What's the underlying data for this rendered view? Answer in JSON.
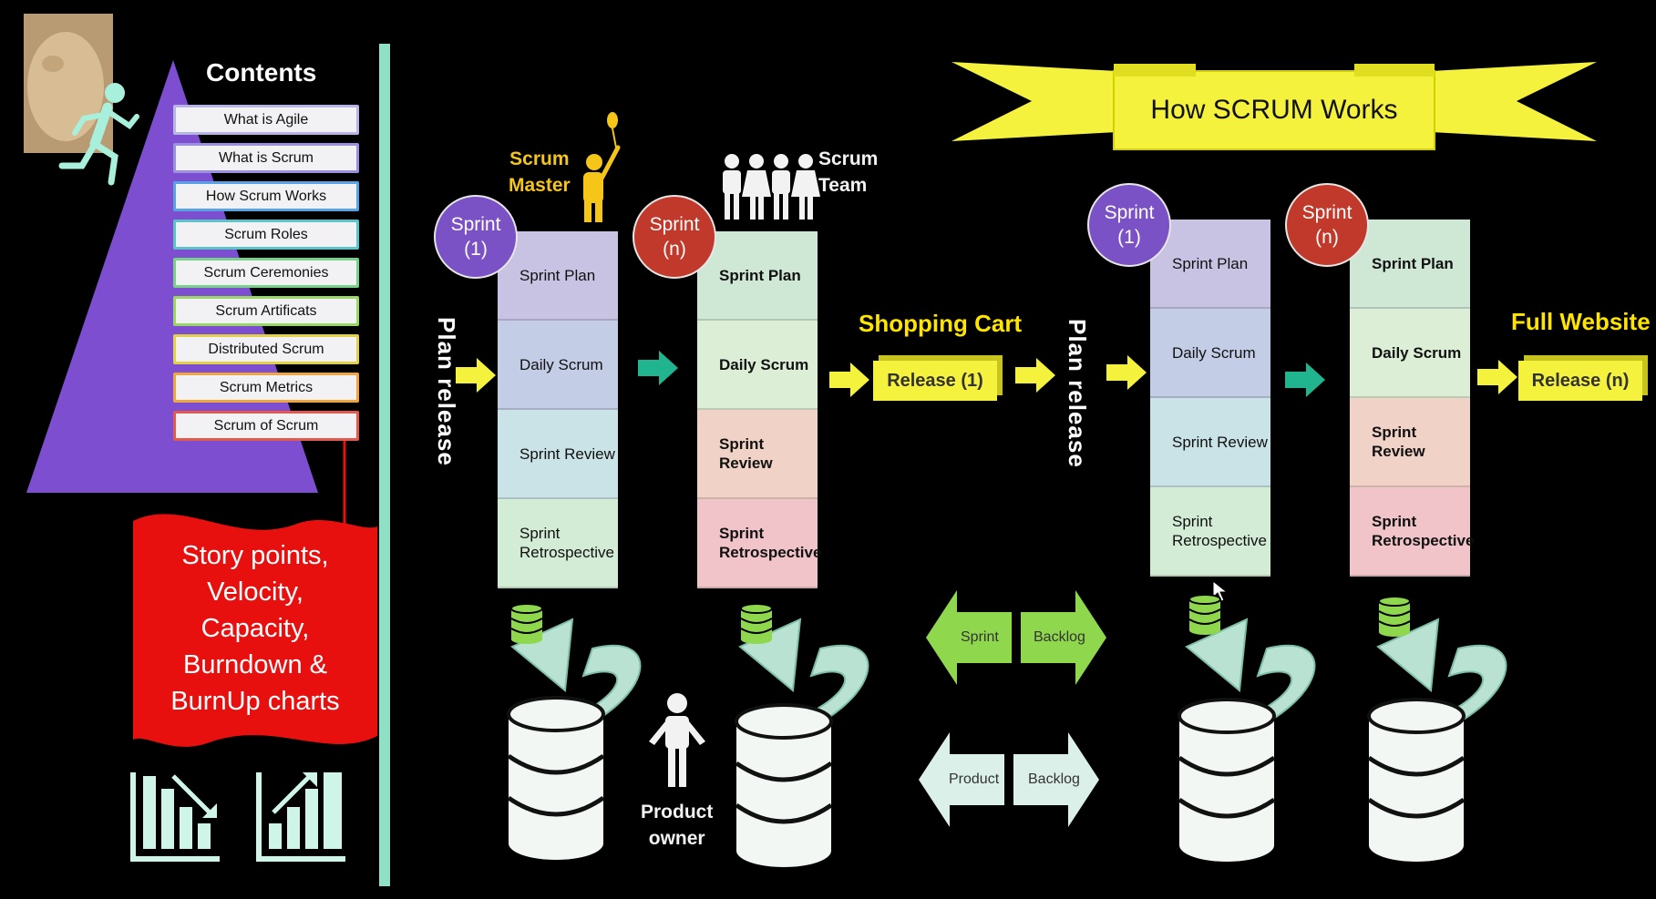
{
  "banner": {
    "title": "How SCRUM Works"
  },
  "contents": {
    "title": "Contents",
    "items": [
      {
        "label": "What is Agile",
        "border": "#b9b4e6"
      },
      {
        "label": "What is Scrum",
        "border": "#9b8fe0"
      },
      {
        "label": "How Scrum Works",
        "border": "#5aa2e6"
      },
      {
        "label": "Scrum Roles",
        "border": "#5cc4c9"
      },
      {
        "label": "Scrum Ceremonies",
        "border": "#78d08a"
      },
      {
        "label": "Scrum Artificats",
        "border": "#9ad665"
      },
      {
        "label": "Distributed Scrum",
        "border": "#e0d04a"
      },
      {
        "label": "Scrum Metrics",
        "border": "#f0a640"
      },
      {
        "label": "Scrum of Scrum",
        "border": "#e25a4e"
      }
    ]
  },
  "metrics_note": [
    "Story points,",
    "Velocity,",
    "Capacity,",
    "Burndown &",
    "BurnUp charts"
  ],
  "roles": {
    "scrum_master": [
      "Scrum",
      "Master"
    ],
    "scrum_team": [
      "Scrum",
      "Team"
    ],
    "product_owner": [
      "Product",
      "owner"
    ]
  },
  "plan_release_label": "Plan release",
  "sprints": [
    {
      "badge": [
        "Sprint",
        "(1)"
      ],
      "badge_color": "#7b52c6",
      "cells": [
        [
          "Sprint Plan"
        ],
        [
          "Daily Scrum"
        ],
        [
          "Sprint Review"
        ],
        [
          "Sprint",
          "Retrospective"
        ]
      ],
      "colors": [
        "#c8c2e3",
        "#c3cde6",
        "#c9e3e6",
        "#d3ecd5"
      ]
    },
    {
      "badge": [
        "Sprint",
        "(n)"
      ],
      "badge_color": "#c0392b",
      "cells": [
        [
          "Sprint Plan"
        ],
        [
          "Daily Scrum"
        ],
        [
          "Sprint",
          "Review"
        ],
        [
          "Sprint",
          "Retrospective"
        ]
      ],
      "colors": [
        "#cfe8d6",
        "#dcefd6",
        "#f0d2c6",
        "#f0c4c8"
      ]
    },
    {
      "badge": [
        "Sprint",
        "(1)"
      ],
      "badge_color": "#7b52c6",
      "cells": [
        [
          "Sprint Plan"
        ],
        [
          "Daily Scrum"
        ],
        [
          "Sprint Review"
        ],
        [
          "Sprint",
          "Retrospective"
        ]
      ],
      "colors": [
        "#c8c2e3",
        "#c3cde6",
        "#c9e3e6",
        "#d3ecd5"
      ]
    },
    {
      "badge": [
        "Sprint",
        "(n)"
      ],
      "badge_color": "#c0392b",
      "cells": [
        [
          "Sprint Plan"
        ],
        [
          "Daily Scrum"
        ],
        [
          "Sprint",
          "Review"
        ],
        [
          "Sprint",
          "Retrospective"
        ]
      ],
      "colors": [
        "#cfe8d6",
        "#dcefd6",
        "#f0d2c6",
        "#f0c4c8"
      ]
    }
  ],
  "milestones": [
    {
      "heading": "Shopping Cart",
      "release": "Release (1)"
    },
    {
      "heading": "Full Website",
      "release": "Release (n)"
    }
  ],
  "backlog_arrows": {
    "sprint_backlog": [
      "Sprint",
      "Backlog"
    ],
    "product_backlog": [
      "Product",
      "Backlog"
    ]
  },
  "colors": {
    "accent_teal": "#8fe0c7",
    "banner_yellow": "#f5f23d",
    "pyramid_purple": "#7d4fd0",
    "metrics_red": "#e8100f",
    "arrow_yellow": "#f5f23d",
    "arrow_teal": "#21b58f",
    "arrow_green": "#8fd84d",
    "database": "#f2f7f4"
  }
}
